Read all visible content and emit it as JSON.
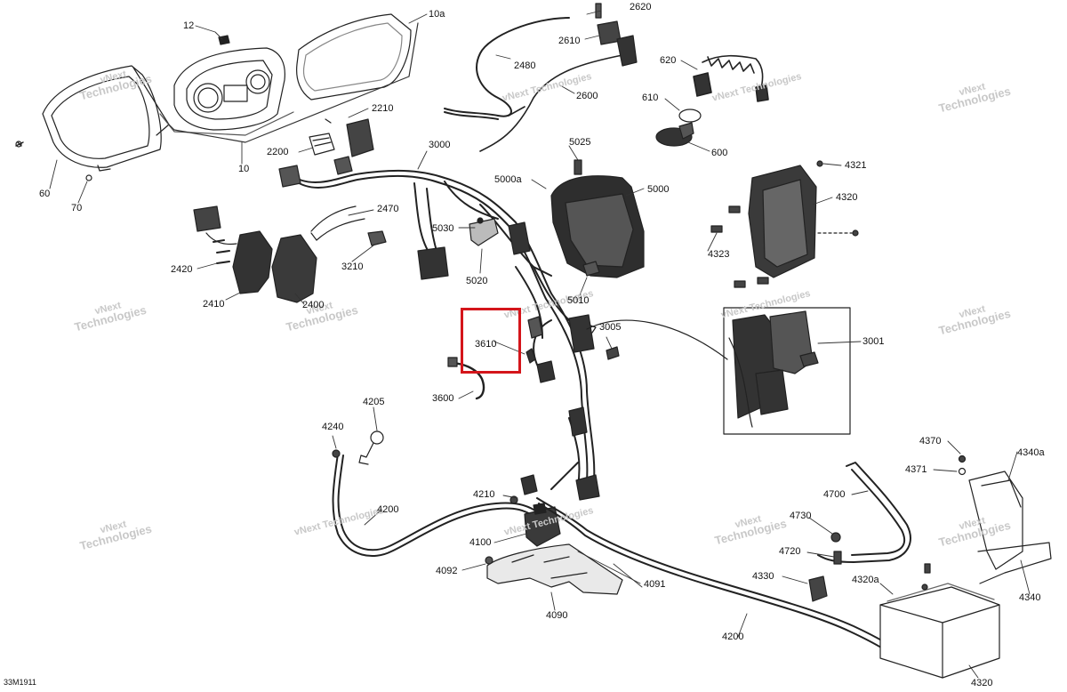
{
  "diagram_code": "33M1911",
  "highlighted_part": "3610",
  "watermark": {
    "line1": "vNext",
    "line2": "Technologies",
    "small": "vNext Technologies"
  },
  "parts": {
    "p12": "12",
    "p10a": "10a",
    "p60": "60",
    "p70": "70",
    "p10": "10",
    "p2210": "2210",
    "p2200": "2200",
    "p3000": "3000",
    "p2470": "2470",
    "p2420": "2420",
    "p2410": "2410",
    "p2400": "2400",
    "p3210": "3210",
    "p2620": "2620",
    "p2610": "2610",
    "p2480": "2480",
    "p2600": "2600",
    "p620": "620",
    "p610": "610",
    "p600": "600",
    "p5025": "5025",
    "p5000a": "5000a",
    "p5000": "5000",
    "p5030": "5030",
    "p5020": "5020",
    "p5010": "5010",
    "p4321": "4321",
    "p4320": "4320",
    "p4323": "4323",
    "p3001": "3001",
    "p3005": "3005",
    "p3610": "3610",
    "p3600": "3600",
    "p4205": "4205",
    "p4240": "4240",
    "p4200": "4200",
    "p4210": "4210",
    "p4100": "4100",
    "p4092": "4092",
    "p4091": "4091",
    "p4090": "4090",
    "p4200b": "4200",
    "p4700": "4700",
    "p4730": "4730",
    "p4720": "4720",
    "p4330": "4330",
    "p4320a": "4320a",
    "p4320b": "4320",
    "p4370": "4370",
    "p4371": "4371",
    "p4340a": "4340a",
    "p4340": "4340"
  }
}
